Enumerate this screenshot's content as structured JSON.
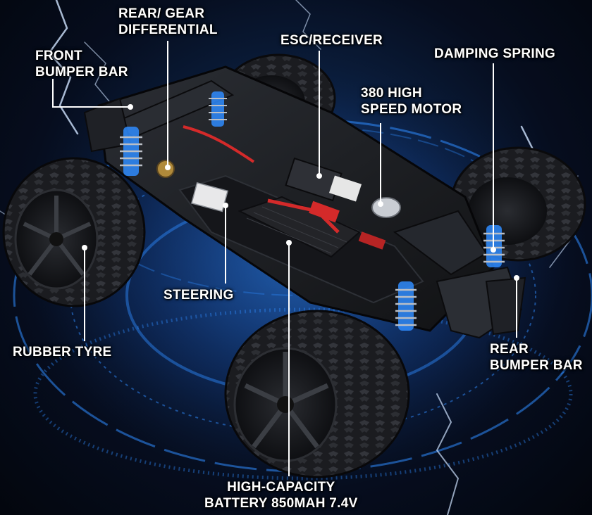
{
  "colors": {
    "background": "#060d1e",
    "glow": "#2f8cff",
    "chassis": "#1a1c20",
    "tyre": "#17181b",
    "accent": "#d42a2a",
    "spring": "#b9bec6",
    "label": "#ffffff"
  },
  "labels": {
    "rear_gear_differential": {
      "line1": "REAR/  GEAR",
      "line2": "DIFFERENTIAL"
    },
    "front_bumper_bar": {
      "line1": "FRONT",
      "line2": "BUMPER BAR"
    },
    "esc_receiver": {
      "line1": "ESC/RECEIVER"
    },
    "damping_spring": {
      "line1": "DAMPING SPRING"
    },
    "motor": {
      "line1": "380 HIGH",
      "line2": "SPEED MOTOR"
    },
    "steering": {
      "line1": "STEERING"
    },
    "rubber_tyre": {
      "line1": "RUBBER TYRE"
    },
    "rear_bumper_bar": {
      "line1": "REAR",
      "line2": "BUMPER BAR"
    },
    "battery": {
      "line1": "HIGH-CAPACITY",
      "line2": "BATTERY 850MAH 7.4V"
    }
  }
}
